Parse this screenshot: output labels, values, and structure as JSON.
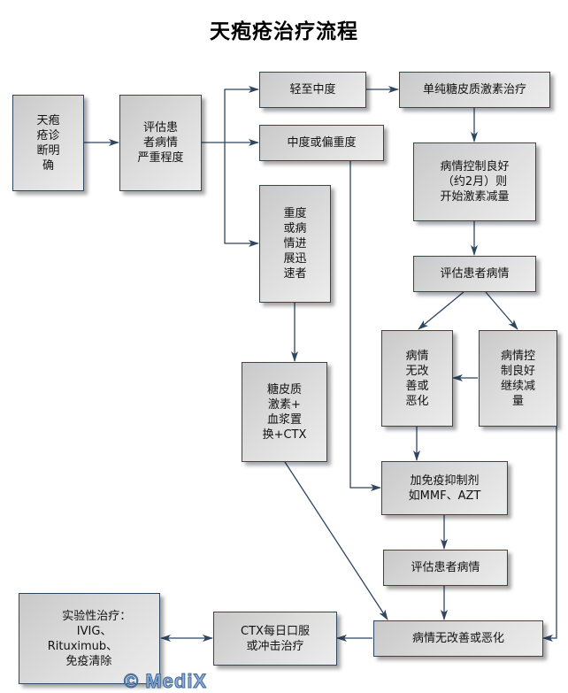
{
  "title": "天疱疮治疗流程",
  "nodes": {
    "diagnosis": "天疱\n疮诊\n断明\n确",
    "assess_severity": "评估患\n者病情\n严重程度",
    "mild_moderate": "轻至中度",
    "moderate_severe": "中度或偏重度",
    "severe_rapid": "重度\n或病\n情进\n展迅\n速者",
    "steroid_only": "单纯糖皮质激素治疗",
    "controlled_taper": "病情控制良好\n（约2月）则\n开始激素减量",
    "assess_1": "评估患者病情",
    "no_improve_1": "病情\n无改\n善或\n恶化",
    "controlled_continue": "病情控\n制良好\n继续减\n量",
    "steroid_plasma_ctx": "糖皮质\n激素+\n血浆置\n换+CTX",
    "add_immunosuppressant": "加免疫抑制剂\n如MMF、AZT",
    "assess_2": "评估患者病情",
    "no_improve_2": "病情无改善或恶化",
    "ctx_oral_pulse": "CTX每日口服\n或冲击治疗",
    "experimental": "    实验性治疗：\n        IVIG、\nRituximub、\n     免疫清除"
  },
  "edges": [
    {
      "from": "diagnosis",
      "to": "assess_severity"
    },
    {
      "from": "assess_severity",
      "to": "mild_moderate"
    },
    {
      "from": "assess_severity",
      "to": "moderate_severe"
    },
    {
      "from": "assess_severity",
      "to": "severe_rapid"
    },
    {
      "from": "mild_moderate",
      "to": "steroid_only"
    },
    {
      "from": "steroid_only",
      "to": "controlled_taper"
    },
    {
      "from": "controlled_taper",
      "to": "assess_1"
    },
    {
      "from": "assess_1",
      "to": "no_improve_1"
    },
    {
      "from": "assess_1",
      "to": "controlled_continue"
    },
    {
      "from": "controlled_continue",
      "to": "no_improve_1"
    },
    {
      "from": "no_improve_1",
      "to": "add_immunosuppressant"
    },
    {
      "from": "moderate_severe",
      "to": "add_immunosuppressant"
    },
    {
      "from": "severe_rapid",
      "to": "steroid_plasma_ctx"
    },
    {
      "from": "add_immunosuppressant",
      "to": "assess_2"
    },
    {
      "from": "assess_2",
      "to": "no_improve_2"
    },
    {
      "from": "steroid_plasma_ctx",
      "to": "no_improve_2"
    },
    {
      "from": "controlled_continue",
      "to": "no_improve_2"
    },
    {
      "from": "no_improve_2",
      "to": "ctx_oral_pulse"
    },
    {
      "from": "ctx_oral_pulse",
      "to": "experimental",
      "bidirectional": true
    }
  ],
  "watermark": "© MediX",
  "colors": {
    "line": "#2f4660",
    "box_fill": "#dcdcdc",
    "watermark": "#8fb0d8"
  }
}
